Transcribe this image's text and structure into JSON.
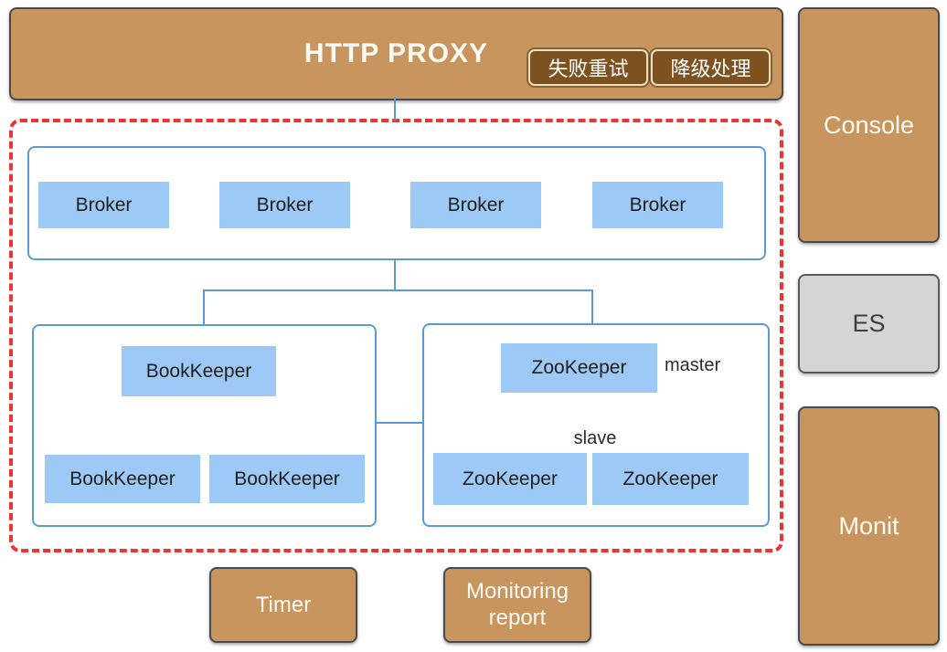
{
  "proxy": {
    "title": "HTTP PROXY",
    "buttons": [
      {
        "label": "失败重试"
      },
      {
        "label": "降级处理"
      }
    ]
  },
  "side_panel": {
    "console": "Console",
    "es": "ES",
    "monit": "Monit"
  },
  "cluster": {
    "brokers": [
      "Broker",
      "Broker",
      "Broker",
      "Broker"
    ],
    "bookkeeper": {
      "parent": "BookKeeper",
      "children": [
        "BookKeeper",
        "BookKeeper"
      ]
    },
    "zookeeper": {
      "parent": "ZooKeeper",
      "master_label": "master",
      "slave_label": "slave",
      "children": [
        "ZooKeeper",
        "ZooKeeper"
      ]
    }
  },
  "bottom": {
    "timer": "Timer",
    "monitoring": "Monitoring report"
  },
  "colors": {
    "tan_fill": "#C9955F",
    "dark_brown_button": "#7E5220",
    "light_blue_node": "#9CC9F5",
    "blue_line": "#5B9BD5",
    "red_dashed": "#EE3333",
    "gray_fill": "#D5D5D5"
  }
}
